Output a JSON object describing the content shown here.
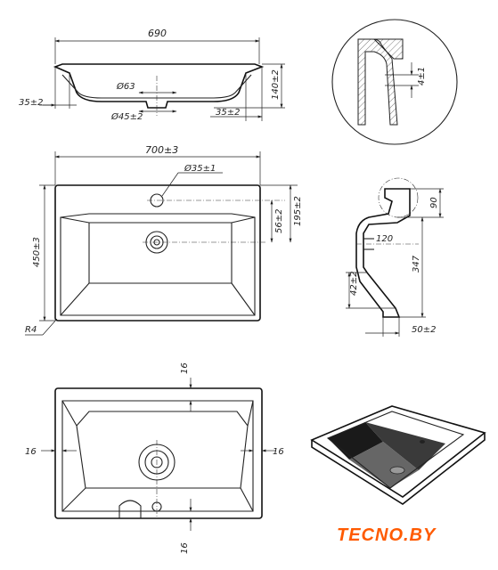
{
  "colors": {
    "line": "#222222",
    "brand": "#ff5a00"
  },
  "labels": {
    "top_width": "690",
    "drain_diameter": "Ø63",
    "bottom_drain": "Ø45±2",
    "rim_offset_left": "35±2",
    "rim_offset_right": "35±2",
    "depth": "140±2",
    "overall_width": "700±3",
    "tap_hole": "Ø35±1",
    "overall_depth": "450±3",
    "drain_offset": "56±2",
    "tap_offset": "195±2",
    "corner_radius": "R4",
    "detail_wall": "4±1",
    "side_top": "90",
    "side_inner": "120",
    "side_height": "347",
    "side_lower": "42±2",
    "side_base": "50±2",
    "wall_top": "16",
    "wall_left": "16",
    "wall_right": "16",
    "wall_bottom": "16"
  },
  "brand": {
    "logo_text": "TECNO.BY"
  }
}
